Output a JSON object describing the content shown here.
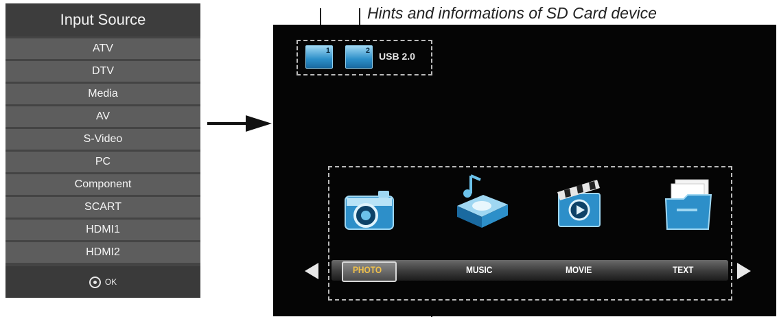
{
  "input_source": {
    "title": "Input Source",
    "items": [
      "ATV",
      "DTV",
      "Media",
      "AV",
      "S-Video",
      "PC",
      "Component",
      "SCART",
      "HDMI1",
      "HDMI2"
    ],
    "footer_label": "OK"
  },
  "annotation": {
    "sd_hint": "Hints and informations of SD Card device"
  },
  "screen": {
    "usb_devices": [
      {
        "number": "1",
        "icon": "usb-drive-icon"
      },
      {
        "number": "2",
        "icon": "usb-drive-icon"
      }
    ],
    "usb_version": "USB 2.0",
    "media_types": [
      {
        "label": "PHOTO",
        "icon": "camera-icon",
        "selected": true
      },
      {
        "label": "MUSIC",
        "icon": "music-player-icon",
        "selected": false
      },
      {
        "label": "MOVIE",
        "icon": "clapperboard-icon",
        "selected": false
      },
      {
        "label": "TEXT",
        "icon": "folder-icon",
        "selected": false
      }
    ],
    "colors": {
      "background": "#050505",
      "selected_label": "#f2c24a",
      "icon_blue": "#2d8fc9"
    }
  }
}
